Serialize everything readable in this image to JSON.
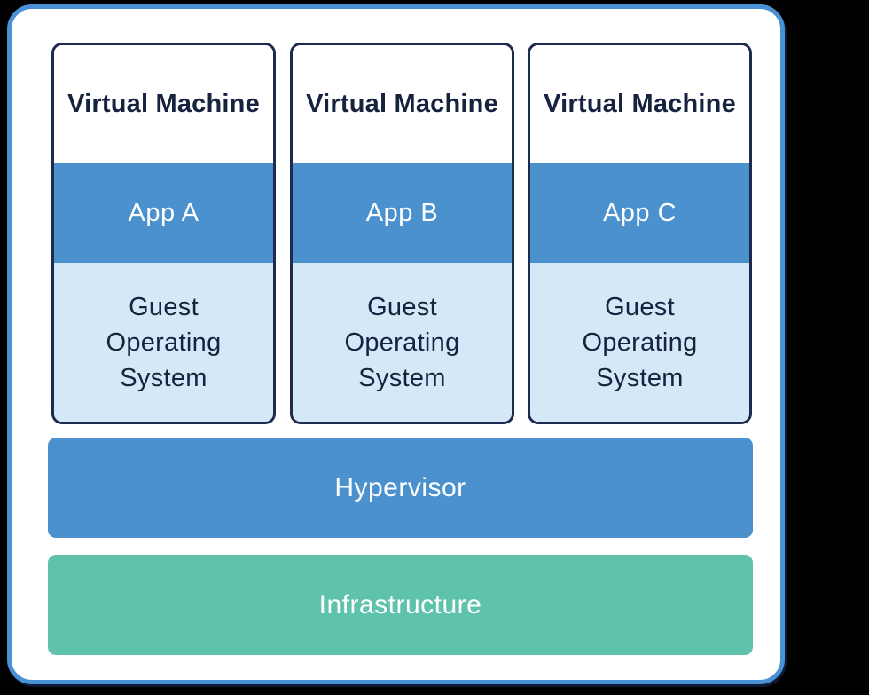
{
  "diagram": {
    "name": "virtualization-architecture",
    "virtual_machines": [
      {
        "title": "Virtual Machine",
        "app_label": "App A",
        "os_label": "Guest Operating System"
      },
      {
        "title": "Virtual Machine",
        "app_label": "App B",
        "os_label": "Guest Operating System"
      },
      {
        "title": "Virtual Machine",
        "app_label": "App C",
        "os_label": "Guest Operating System"
      }
    ],
    "layers": {
      "hypervisor_label": "Hypervisor",
      "infrastructure_label": "Infrastructure"
    },
    "colors": {
      "app_bar_blue": "#4a91ce",
      "guest_os_light_blue": "#d5e8f8",
      "hypervisor_blue": "#4a91ce",
      "infrastructure_green": "#5fc3ab",
      "vm_border_navy": "#1d2c4e",
      "title_text_navy": "#16233f",
      "label_text_white": "#ffffff",
      "frame_border_blue": "#4a90d5",
      "panel_white": "#ffffff",
      "background_black": "#000000"
    }
  }
}
